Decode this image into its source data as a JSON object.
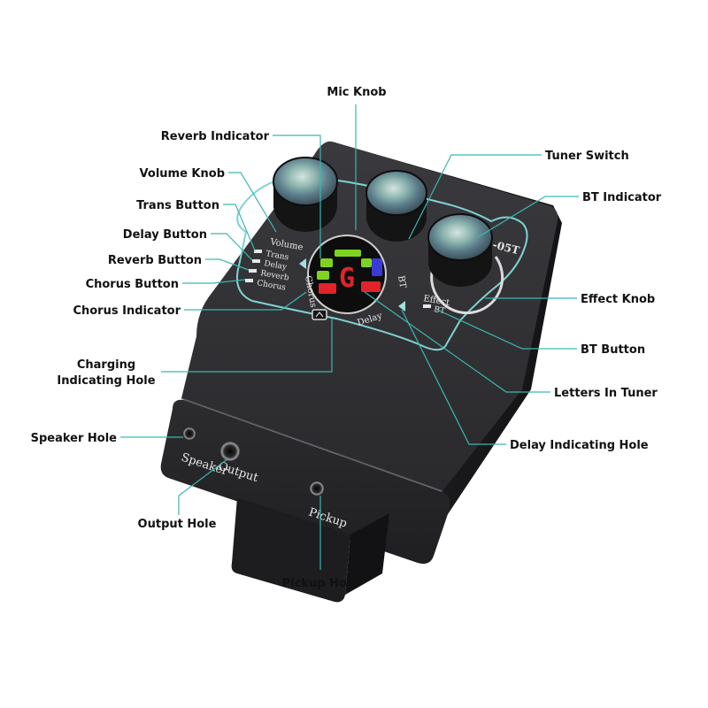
{
  "colors": {
    "leader": "#3bb6b0",
    "body": "#2a2a2c",
    "panel_outline": "#7fd3d3",
    "tuner_green": "#7ed321",
    "tuner_red": "#e0242a",
    "tuner_blue": "#3a3ad8"
  },
  "callouts": {
    "mic_knob": "Mic Knob",
    "reverb_indicator": "Reverb Indicator",
    "tuner_switch": "Tuner Switch",
    "volume_knob": "Volume Knob",
    "bt_indicator": "BT Indicator",
    "trans_button": "Trans Button",
    "delay_button": "Delay Button",
    "reverb_button": "Reverb Button",
    "chorus_button": "Chorus Button",
    "effect_knob": "Effect Knob",
    "chorus_indicator": "Chorus Indicator",
    "bt_button": "BT Button",
    "charging_line1": "Charging",
    "charging_line2": "Indicating Hole",
    "letters_in_tuner": "Letters In Tuner",
    "delay_indicating_hole": "Delay Indicating Hole",
    "speaker_hole": "Speaker Hole",
    "output_hole": "Output Hole",
    "pickup_hole": "Pickup Hole"
  },
  "device": {
    "volume": "Volume",
    "trans": "Trans",
    "delay_btn": "Delay",
    "reverb_btn": "Reverb",
    "chorus_btn": "Chorus",
    "chorus_arc": "Chorus",
    "bt_small": "BT",
    "delay_arc": "Delay",
    "effect": "Effect",
    "bt_btn": "BT",
    "model": "-05T",
    "tuner_letter": "G",
    "speaker": "Speaker",
    "output": "Output",
    "pickup": "Pickup"
  }
}
